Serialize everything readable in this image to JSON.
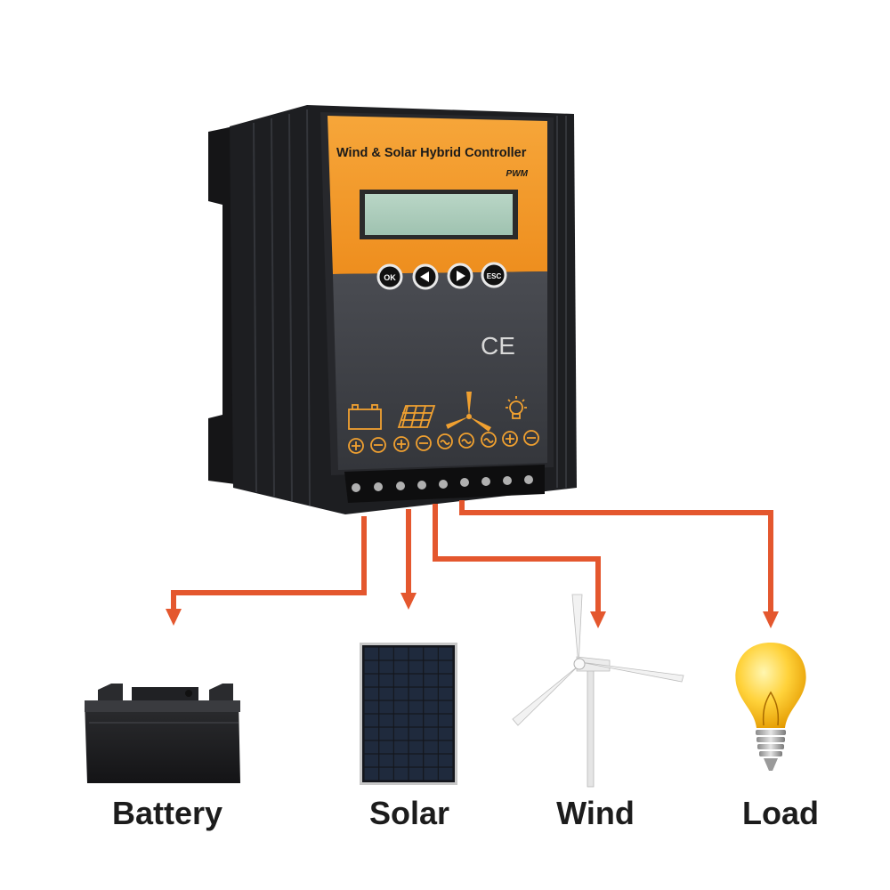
{
  "controller": {
    "title": "Wind & Solar Hybrid Controller",
    "mode": "PWM",
    "buttons": {
      "ok": "OK",
      "left": "◀",
      "right": "▶",
      "esc": "ESC"
    },
    "certification": "CE"
  },
  "outputs": {
    "battery": "Battery",
    "solar": "Solar",
    "wind": "Wind",
    "load": "Load"
  },
  "colors": {
    "arrow": "#e4572e",
    "panel_orange": "#f39a28",
    "panel_gray": "#3d3f44",
    "body_black": "#1d1e21"
  }
}
